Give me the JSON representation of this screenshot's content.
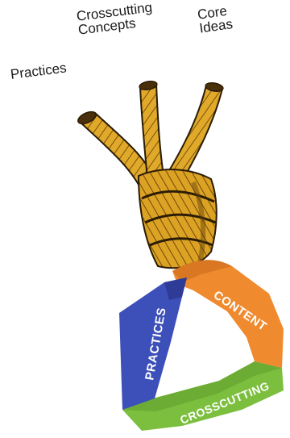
{
  "strand_labels": {
    "practices": "Practices",
    "crosscutting_line1": "Crosscutting",
    "crosscutting_line2": "Concepts",
    "core_line1": "Core",
    "core_line2": "Ideas"
  },
  "band_labels": {
    "practices": "PRACTICES",
    "content": "CONTENT",
    "crosscutting": "CROSSCUTTING"
  },
  "colors": {
    "rope": "#e0a92a",
    "rope_dark": "#8a5e10",
    "rope_outline": "#2a1c06",
    "band_practices": "#3d4fb8",
    "band_content": "#f08a2e",
    "band_crosscutting": "#7cbf3f"
  }
}
